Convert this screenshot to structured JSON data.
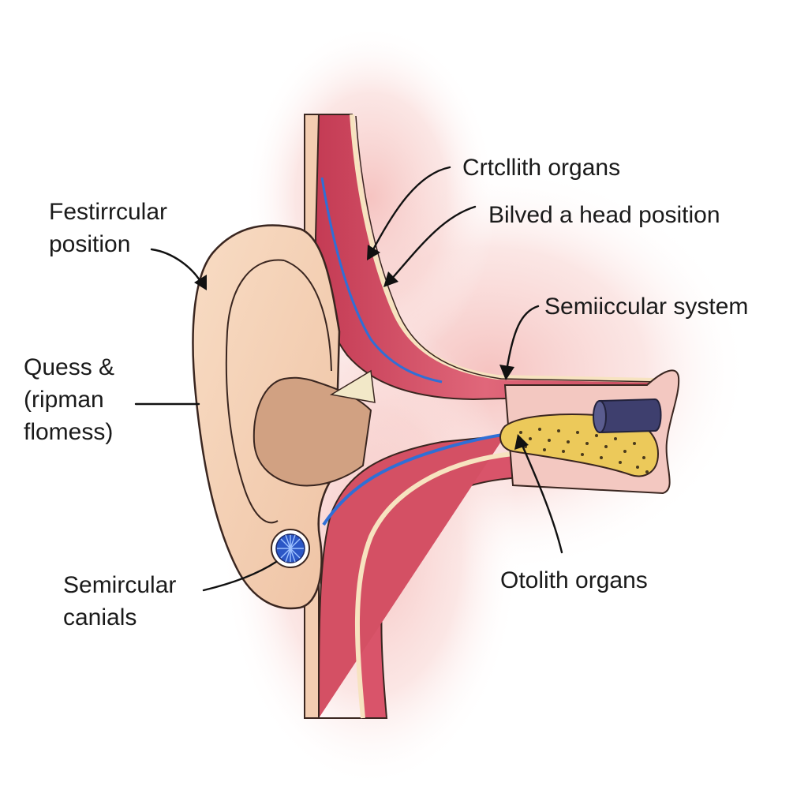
{
  "labels": {
    "otolith_top": "Crtcllith organs",
    "head_position": "Bilved a head position",
    "semicircular_system": "Semiiccular system",
    "vestibular_position": "Festirrcular\nposition",
    "ques_ripman": "Quess &\n(ripman\nflomess)",
    "semicircular_canals": "Semircular\ncanials",
    "otolith_bottom": "Otolith organs"
  },
  "colors": {
    "background": "#ffffff",
    "skin": "#f6d2b6",
    "skin_shadow": "#d9a886",
    "canal_red": "#d9546a",
    "canal_pink": "#f4bfc0",
    "halo": "#f8d6d4",
    "nerve_blue": "#2f6fd6",
    "otolith_yellow": "#ecc95a",
    "plug_navy": "#3e3f6e",
    "outline": "#3a2620",
    "text": "#1a1a1a"
  }
}
